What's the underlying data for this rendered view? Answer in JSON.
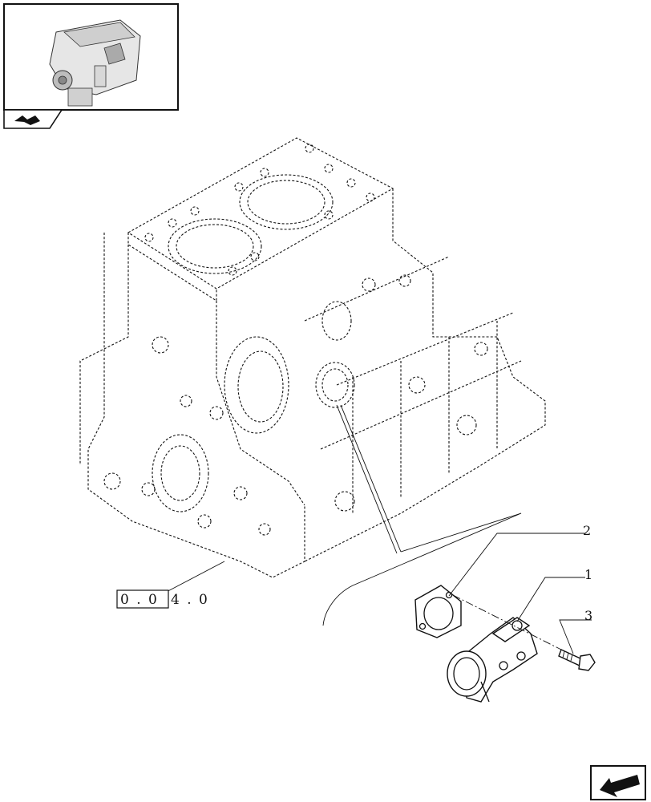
{
  "callouts": {
    "c1": "1",
    "c2": "2",
    "c3": "3"
  },
  "reference": {
    "boxed": "0 . 0",
    "rest": "4 . 0"
  }
}
